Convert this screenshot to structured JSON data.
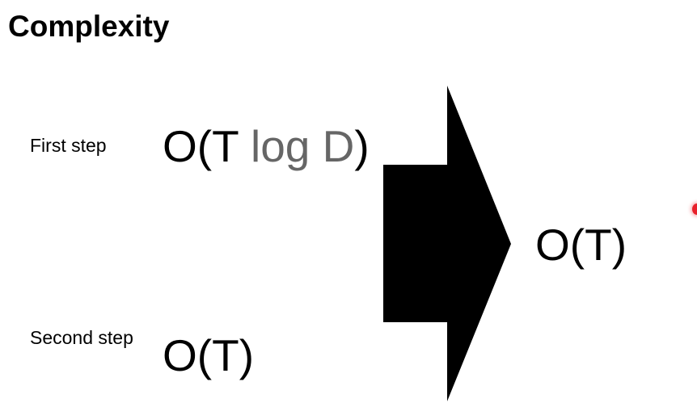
{
  "slide": {
    "title": "Complexity",
    "steps": [
      {
        "label": "First step",
        "formula": {
          "prefix": "O(T ",
          "highlight": "log D",
          "suffix": ")"
        }
      },
      {
        "label": "Second step",
        "formula": {
          "text": "O(T)"
        }
      }
    ],
    "result": "O(T)",
    "colors": {
      "text": "#000000",
      "muted": "#666666",
      "arrow": "#000000",
      "pointer": "#e8202a"
    },
    "icons": {
      "arrow": "right-arrow-icon",
      "pointer": "laser-pointer-icon"
    }
  }
}
